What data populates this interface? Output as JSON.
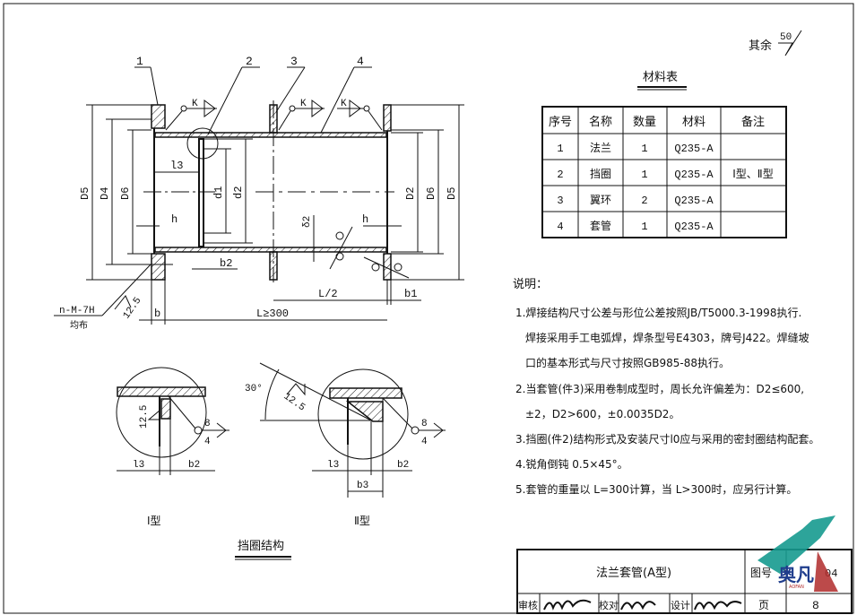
{
  "surface_finish": {
    "label": "其余",
    "value": "50"
  },
  "material_table": {
    "title": "材料表",
    "headers": [
      "序号",
      "名称",
      "数量",
      "材料",
      "备注"
    ],
    "rows": [
      [
        "1",
        "法兰",
        "1",
        "Q235-A",
        ""
      ],
      [
        "2",
        "挡圈",
        "1",
        "Q235-A",
        "Ⅰ型、Ⅱ型"
      ],
      [
        "3",
        "翼环",
        "2",
        "Q235-A",
        ""
      ],
      [
        "4",
        "套管",
        "1",
        "Q235-A",
        ""
      ]
    ]
  },
  "notes": {
    "title": "说明：",
    "lines": [
      "1.焊接结构尺寸公差与形位公差按照JB/T5000.3-1998执行.",
      "焊接采用手工电弧焊，焊条型号E4303，牌号J422。焊缝坡",
      "口的基本形式与尺寸按照GB985-88执行。",
      "2.当套管(件3)采用卷制成型时，周长允许偏差为：D2≤600,",
      "±2，D2>600，±0.0035D2。",
      "3.挡圈(件2)结构形式及安装尺寸l0应与采用的密封圈结构配套。",
      "4.锐角倒钝 0.5×45°。",
      "5.套管的重量以 L=300计算，当 L>300时，应另行计算。"
    ]
  },
  "main_view": {
    "part_labels": [
      "1",
      "2",
      "3",
      "4"
    ],
    "weld": "K",
    "dims": {
      "D5": "D5",
      "D4": "D4",
      "D6": "D6",
      "D2": "D2",
      "l3": "l3",
      "d1": "d1",
      "d2": "d2",
      "h": "h",
      "delta2": "δ2",
      "b2": "b2",
      "b1": "b1",
      "b": "b",
      "L_half": "L/2",
      "L": "L≥300"
    },
    "thread": "n-M-7H",
    "thread_note": "均布",
    "roughness": "12.5"
  },
  "details": {
    "type1": {
      "label": "Ⅰ型",
      "roughness": "12.5",
      "weld_top": "8",
      "weld_bottom": "4",
      "l3": "l3",
      "b2": "b2"
    },
    "type2": {
      "label": "Ⅱ型",
      "angle": "30°",
      "roughness": "12.5",
      "weld_top": "8",
      "weld_bottom": "4",
      "l3": "l3",
      "b2": "b2",
      "b3": "b3"
    },
    "title": "挡圈结构"
  },
  "title_block": {
    "drawing_name": "法兰套管(A型)",
    "drawing_no_label": "图号",
    "drawing_no": "04",
    "page_label": "页",
    "page": "8",
    "review_label": "审核",
    "check_label": "校对",
    "design_label": "设计",
    "logo_text": "奥凡",
    "logo_sub": "AOFAN"
  }
}
